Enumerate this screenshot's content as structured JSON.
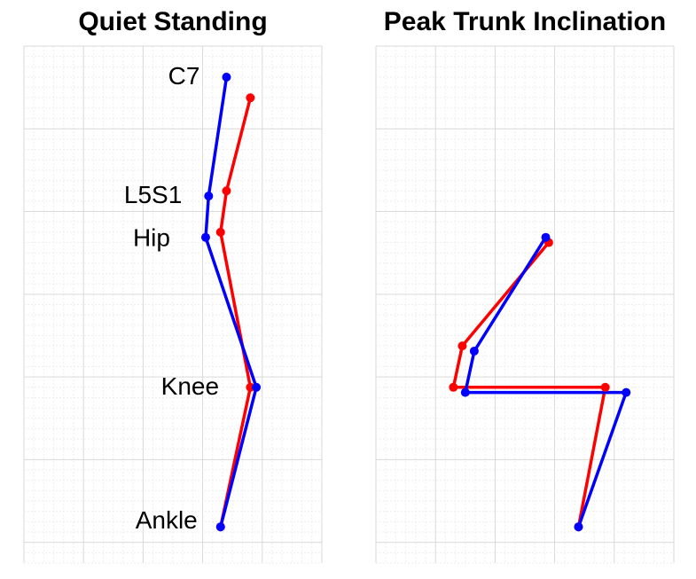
{
  "chart_data": [
    {
      "type": "line",
      "title": "Quiet Standing",
      "xlabel": "",
      "ylabel": "",
      "xlim": [
        0,
        10
      ],
      "ylim": [
        0,
        10
      ],
      "grid": true,
      "point_labels": [
        "C7",
        "L5S1",
        "Hip",
        "Knee",
        "Ankle"
      ],
      "series": [
        {
          "color": "#ff0000",
          "points": [
            [
              7.6,
              9.0
            ],
            [
              6.8,
              7.2
            ],
            [
              6.6,
              6.4
            ],
            [
              7.6,
              3.4
            ],
            [
              6.6,
              0.7
            ]
          ]
        },
        {
          "color": "#0000ff",
          "points": [
            [
              6.8,
              9.4
            ],
            [
              6.2,
              7.1
            ],
            [
              6.1,
              6.3
            ],
            [
              7.8,
              3.4
            ],
            [
              6.6,
              0.7
            ]
          ]
        }
      ]
    },
    {
      "type": "line",
      "title": "Peak Trunk Inclination",
      "xlabel": "",
      "ylabel": "",
      "xlim": [
        0,
        10
      ],
      "ylim": [
        0,
        10
      ],
      "grid": true,
      "point_labels": [],
      "series": [
        {
          "color": "#ff0000",
          "points": [
            [
              5.8,
              6.2
            ],
            [
              2.9,
              4.2
            ],
            [
              2.6,
              3.4
            ],
            [
              7.7,
              3.4
            ],
            [
              6.8,
              0.7
            ]
          ]
        },
        {
          "color": "#0000ff",
          "points": [
            [
              5.7,
              6.3
            ],
            [
              3.3,
              4.1
            ],
            [
              3.0,
              3.3
            ],
            [
              8.4,
              3.3
            ],
            [
              6.8,
              0.7
            ]
          ]
        }
      ]
    }
  ]
}
